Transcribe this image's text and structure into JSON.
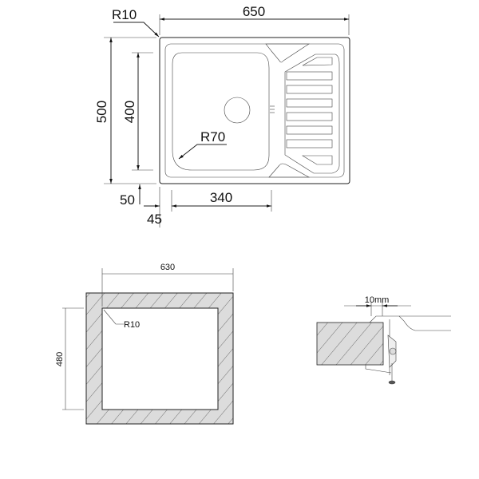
{
  "top_view": {
    "width_label": "650",
    "height_label": "500",
    "bowl_height_label": "400",
    "corner_radius_label": "R10",
    "bowl_radius_label": "R70",
    "bowl_width_label": "340",
    "offset_y_label": "50",
    "offset_x_label": "45"
  },
  "cutout_view": {
    "width_label": "630",
    "height_label": "480",
    "corner_radius_label": "R10"
  },
  "section_view": {
    "gap_label": "10mm"
  },
  "colors": {
    "line": "#222222",
    "hatch_fill": "#dcdcdc"
  }
}
